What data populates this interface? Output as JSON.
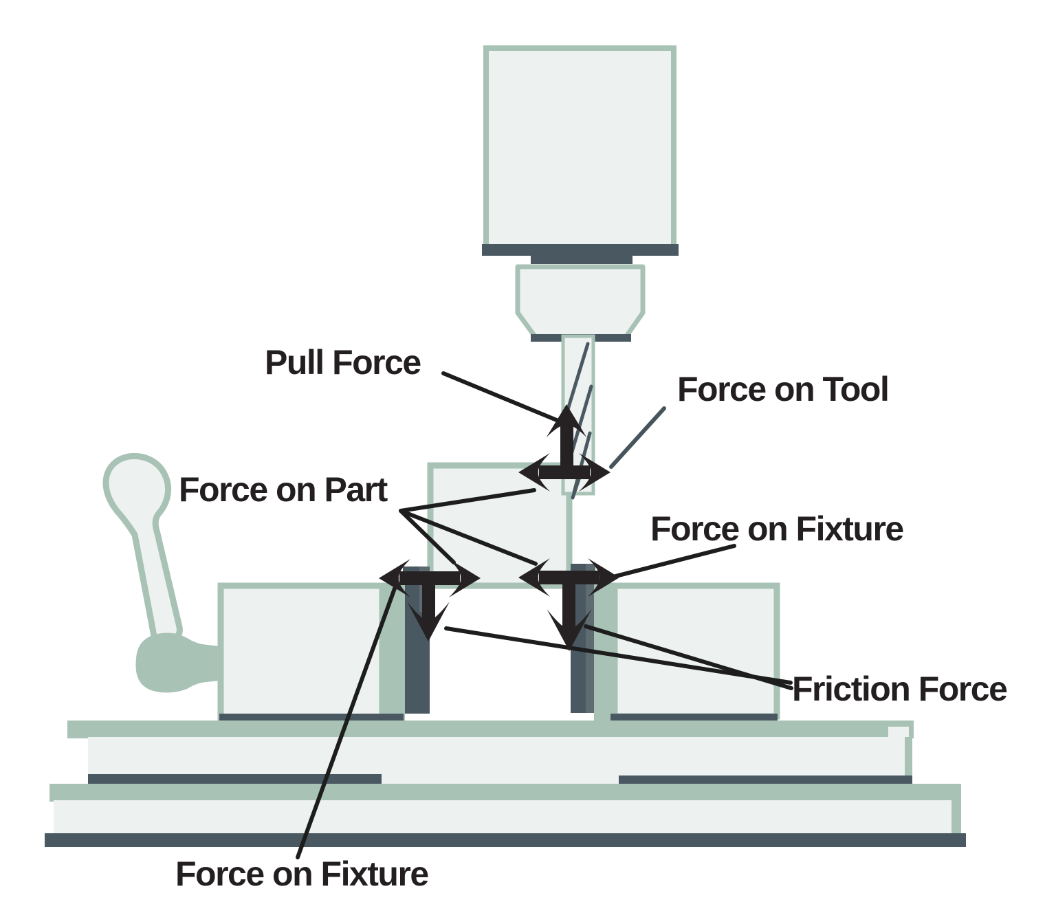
{
  "diagram": {
    "type": "technical-illustration",
    "subject": "Workholding and cutting forces on a milled part clamped in a vise fixture"
  },
  "labels": {
    "pull_force": "Pull Force",
    "force_on_tool": "Force on Tool",
    "force_on_part": "Force on Part",
    "force_on_fixture_upper": "Force on Fixture",
    "friction_force": "Friction Force",
    "force_on_fixture_lower": "Force on Fixture"
  },
  "colors": {
    "background": "#ffffff",
    "machine_fill": "#edf1f0",
    "machine_outline": "#a8c2b6",
    "dark_slate": "#4a5961",
    "medium_slate": "#5e6b71",
    "arrow_ink": "#262223",
    "label_ink": "#231f20",
    "tool_pointer_line": "#46545c"
  },
  "arrows": [
    {
      "name": "force-on-tool-arrow",
      "location": "tool tip at part corner",
      "directions": [
        "up",
        "left",
        "right"
      ]
    },
    {
      "name": "left-jaw-force-arrow",
      "location": "left jaw / part contact",
      "directions": [
        "left",
        "right",
        "down"
      ]
    },
    {
      "name": "right-jaw-force-arrow",
      "location": "right jaw / part contact",
      "directions": [
        "left",
        "right",
        "down"
      ]
    }
  ]
}
